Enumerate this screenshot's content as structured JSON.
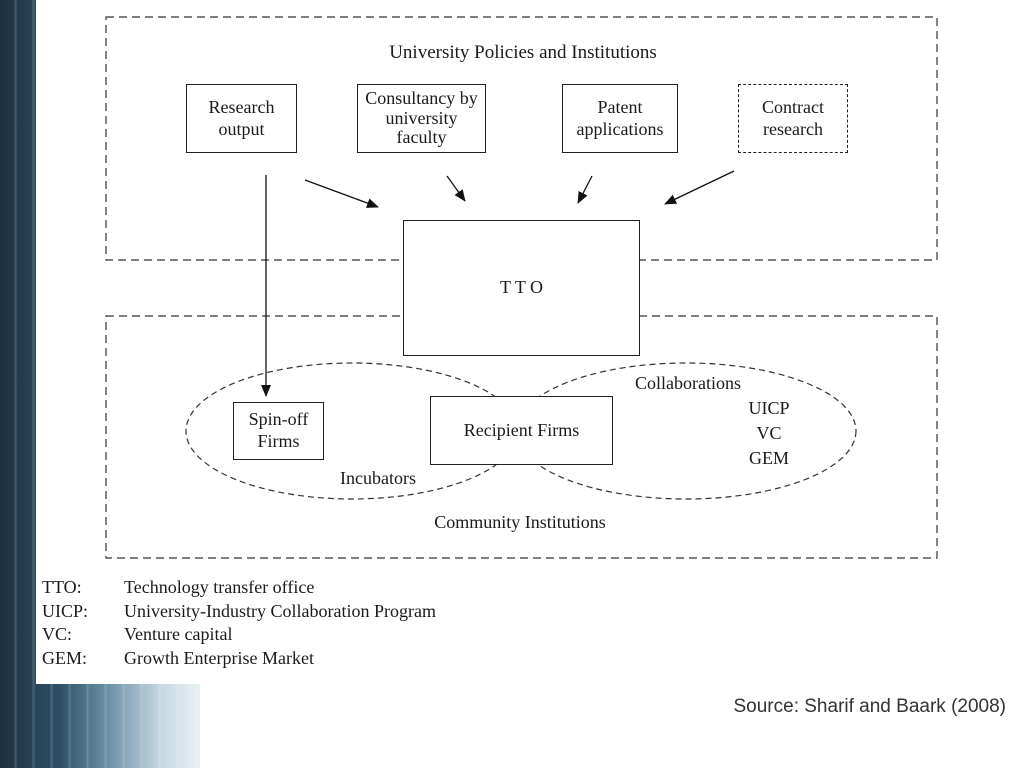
{
  "figure": {
    "top_region_label": "University Policies and Institutions",
    "bottom_region_label": "Community Institutions",
    "inputs": [
      {
        "label": "Research output"
      },
      {
        "label": "Consultancy by university faculty"
      },
      {
        "label": "Patent applications"
      },
      {
        "label": "Contract research"
      }
    ],
    "center_box": "T T O",
    "spinoff_box": "Spin-off Firms",
    "recipient_box": "Recipient Firms",
    "incubators_label": "Incubators",
    "collaborations_label": "Collaborations",
    "collaboration_items": [
      "UICP",
      "VC",
      "GEM"
    ]
  },
  "legend": [
    {
      "abbr": "TTO:",
      "text": "Technology transfer office"
    },
    {
      "abbr": "UICP:",
      "text": "University-Industry Collaboration Program"
    },
    {
      "abbr": "VC:",
      "text": "Venture capital"
    },
    {
      "abbr": "GEM:",
      "text": "Growth Enterprise Market"
    }
  ],
  "source": "Source: Sharif and Baark (2008)"
}
